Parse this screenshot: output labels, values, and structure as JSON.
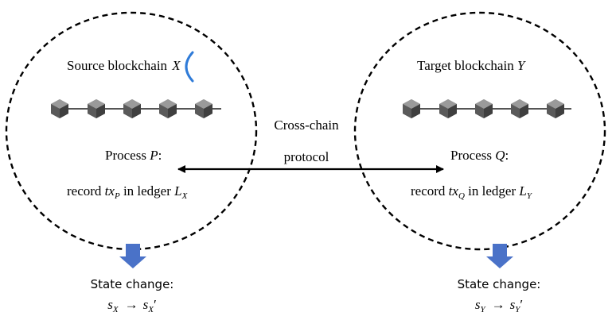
{
  "source": {
    "title_text": "Source blockchain ",
    "title_var": "X",
    "process_text": "Process ",
    "process_var": "P",
    "process_suffix": ":",
    "record_text": "record ",
    "tx_base": "tx",
    "tx_sub": "P",
    "ledger_text": " in ledger ",
    "ledger_base": "L",
    "ledger_sub": "X",
    "state_label": "State change:",
    "state_from_base": "s",
    "state_from_sub": "X",
    "arrow_glyph": "→",
    "state_to_base": "s",
    "state_to_sub": "X",
    "prime": "′"
  },
  "target": {
    "title_text": "Target blockchain ",
    "title_var": "Y",
    "process_text": "Process ",
    "process_var": "Q",
    "process_suffix": ":",
    "record_text": "record ",
    "tx_base": "tx",
    "tx_sub": "Q",
    "ledger_text": " in ledger ",
    "ledger_base": "L",
    "ledger_sub": "Y",
    "state_label": "State change:",
    "state_from_base": "s",
    "state_from_sub": "Y",
    "arrow_glyph": "→",
    "state_to_base": "s",
    "state_to_sub": "Y",
    "prime": "′"
  },
  "protocol": {
    "line1": "Cross-chain",
    "line2": "protocol"
  },
  "colors": {
    "block_face": "#6b6b6b",
    "block_dark": "#3f3f3f",
    "block_light": "#9a9a9a",
    "arrow_blue": "#4a72c8",
    "accent_blue": "#2f7bd8",
    "ink": "#000000"
  },
  "icons": [
    "blockchain-block-icon",
    "down-arrow-icon",
    "double-headed-arrow"
  ]
}
